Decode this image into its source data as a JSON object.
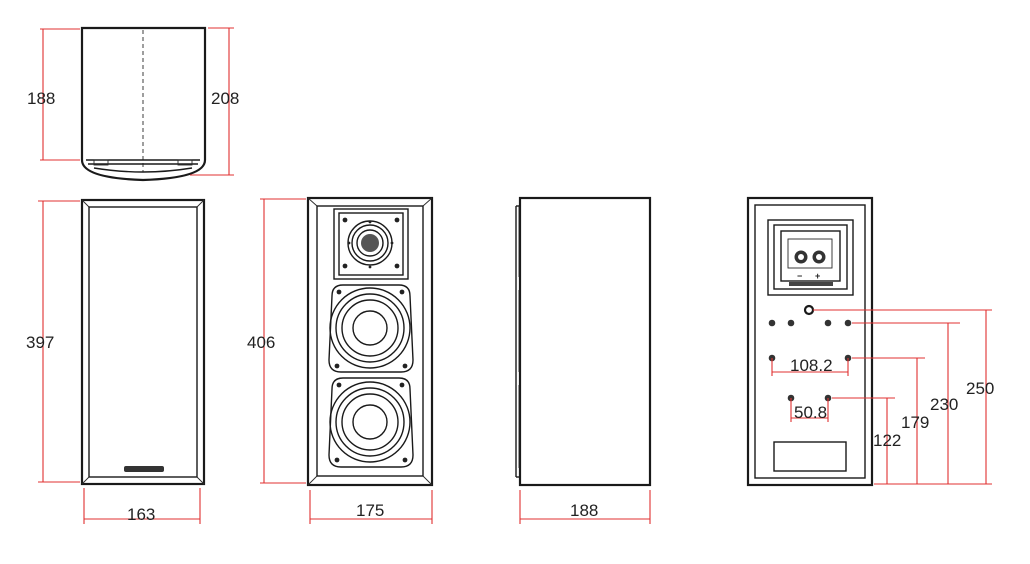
{
  "dimensions": {
    "top_depth": "188",
    "top_depth_total": "208",
    "grille_height": "397",
    "grille_width": "163",
    "front_height": "406",
    "front_width": "175",
    "side_depth": "188",
    "hole_spacing_wide": "108.2",
    "hole_spacing_narrow": "50.8",
    "height_122": "122",
    "height_179": "179",
    "height_230": "230",
    "height_250": "250"
  },
  "terminal": {
    "minus": "−",
    "plus": "+"
  },
  "colors": {
    "drawing": "#1a1a1a",
    "dimension": "#e03030"
  }
}
